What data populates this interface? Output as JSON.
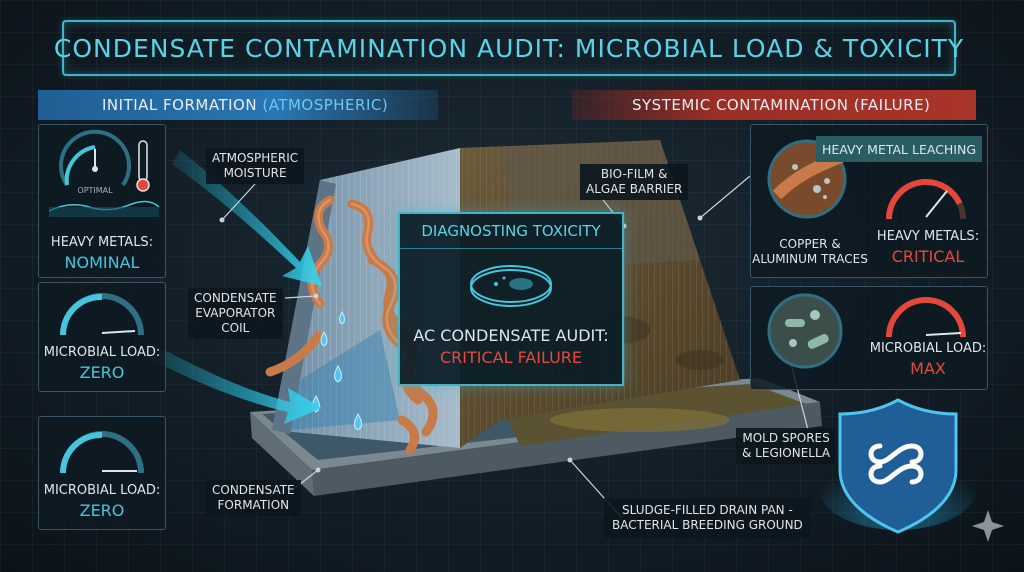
{
  "title": "CONDENSATE CONTAMINATION AUDIT: MICROBIAL LOAD & TOXICITY",
  "left_banner": {
    "main": "INITIAL FORMATION",
    "accent": "(ATMOSPHERIC)"
  },
  "right_banner": "SYSTEMIC CONTAMINATION (FAILURE)",
  "left_panels": {
    "gauge1_caption": "OPTIMAL",
    "heavy_metals": {
      "label": "HEAVY METALS:",
      "value": "NOMINAL"
    },
    "microbial_1": {
      "label": "MICROBIAL LOAD:",
      "value": "ZERO"
    },
    "microbial_2": {
      "label": "MICROBIAL LOAD:",
      "value": "ZERO"
    }
  },
  "callouts": {
    "atmospheric_moisture": [
      "ATMOSPHERIC",
      "MOISTURE"
    ],
    "evaporator_coil": [
      "CONDENSATE",
      "EVAPORATOR",
      "COIL"
    ],
    "condensate_formation": [
      "CONDENSATE",
      "FORMATION"
    ],
    "biofilm": [
      "BIO-FILM &",
      "ALGAE BARRIER"
    ],
    "copper": [
      "COPPER &",
      "ALUMINUM TRACES"
    ],
    "mold": [
      "MOLD SPORES",
      "& LEGIONELLA"
    ],
    "sludge": [
      "SLUDGE-FILLED DRAIN PAN -",
      "BACTERIAL BREEDING GROUND"
    ]
  },
  "center": {
    "heading": "DIAGNOSTING TOXICITY",
    "line1": "AC CONDENSATE AUDIT:",
    "line2": "CRITICAL FAILURE"
  },
  "right_panels": {
    "heavy_metal_leaching": "HEAVY METAL LEACHING",
    "heavy_metals": {
      "label": "HEAVY METALS:",
      "value": "CRITICAL"
    },
    "microbial": {
      "label": "MICROBIAL LOAD:",
      "value": "MAX"
    }
  },
  "colors": {
    "cyan": "#46c6dc",
    "red": "#e5483a",
    "blue_banner": "#2a77b3",
    "red_banner": "#a9342a"
  }
}
